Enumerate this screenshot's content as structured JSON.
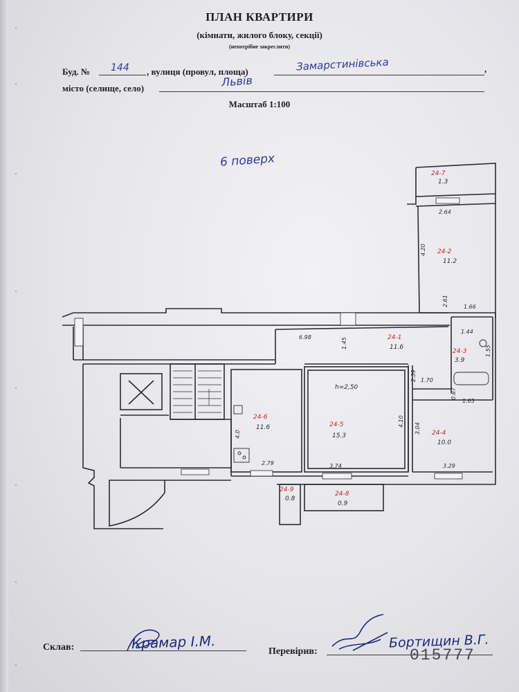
{
  "header": {
    "title": "ПЛАН КВАРТИРИ",
    "subtitle": "(кімнати, жилого блоку, секції)",
    "note": "(непотрібне закреслити)"
  },
  "address": {
    "building_label": "Буд. №",
    "building_number": "144",
    "street_label": ", вулиця (провул, площа)",
    "street_value": "Замарстинівська",
    "street_end": ",",
    "city_label": "місто (селище, село)",
    "city_value": "Львів"
  },
  "scale": "Масштаб 1:100",
  "floor_note": "6 поверх",
  "plan": {
    "rooms": [
      {
        "id": "24-7",
        "area": "1.3"
      },
      {
        "id": "24-2",
        "area": "11.2"
      },
      {
        "id": "24-1",
        "area": "11.6"
      },
      {
        "id": "24-3",
        "area": "3.9"
      },
      {
        "id": "24-6",
        "area": "11.6"
      },
      {
        "id": "24-5",
        "area": "15.3"
      },
      {
        "id": "24-4",
        "area": "10.0"
      },
      {
        "id": "24-9",
        "area": "0.8"
      },
      {
        "id": "24-8",
        "area": "0.9"
      }
    ],
    "dimensions": [
      "2.64",
      "4.20",
      "1.66",
      "6.98",
      "1.45",
      "1.44",
      "1.55",
      "1.70",
      "1.65",
      "2.79",
      "3.74",
      "3.29",
      "4.10",
      "4.0",
      "2.61",
      "3.04",
      "0.87",
      "2.39"
    ],
    "height_label": "h=2,50"
  },
  "footer": {
    "composed_label": "Склав:",
    "composed_signature": "Крамар І.М.",
    "checked_label": "Перевірив:",
    "checked_signature": "Бортищин В.Г.",
    "serial": "015777"
  },
  "colors": {
    "ink": "#1e1e24",
    "handwriting": "#2b3a9a",
    "red_numbers": "#c4262e",
    "paper": "#e9e8ec"
  }
}
